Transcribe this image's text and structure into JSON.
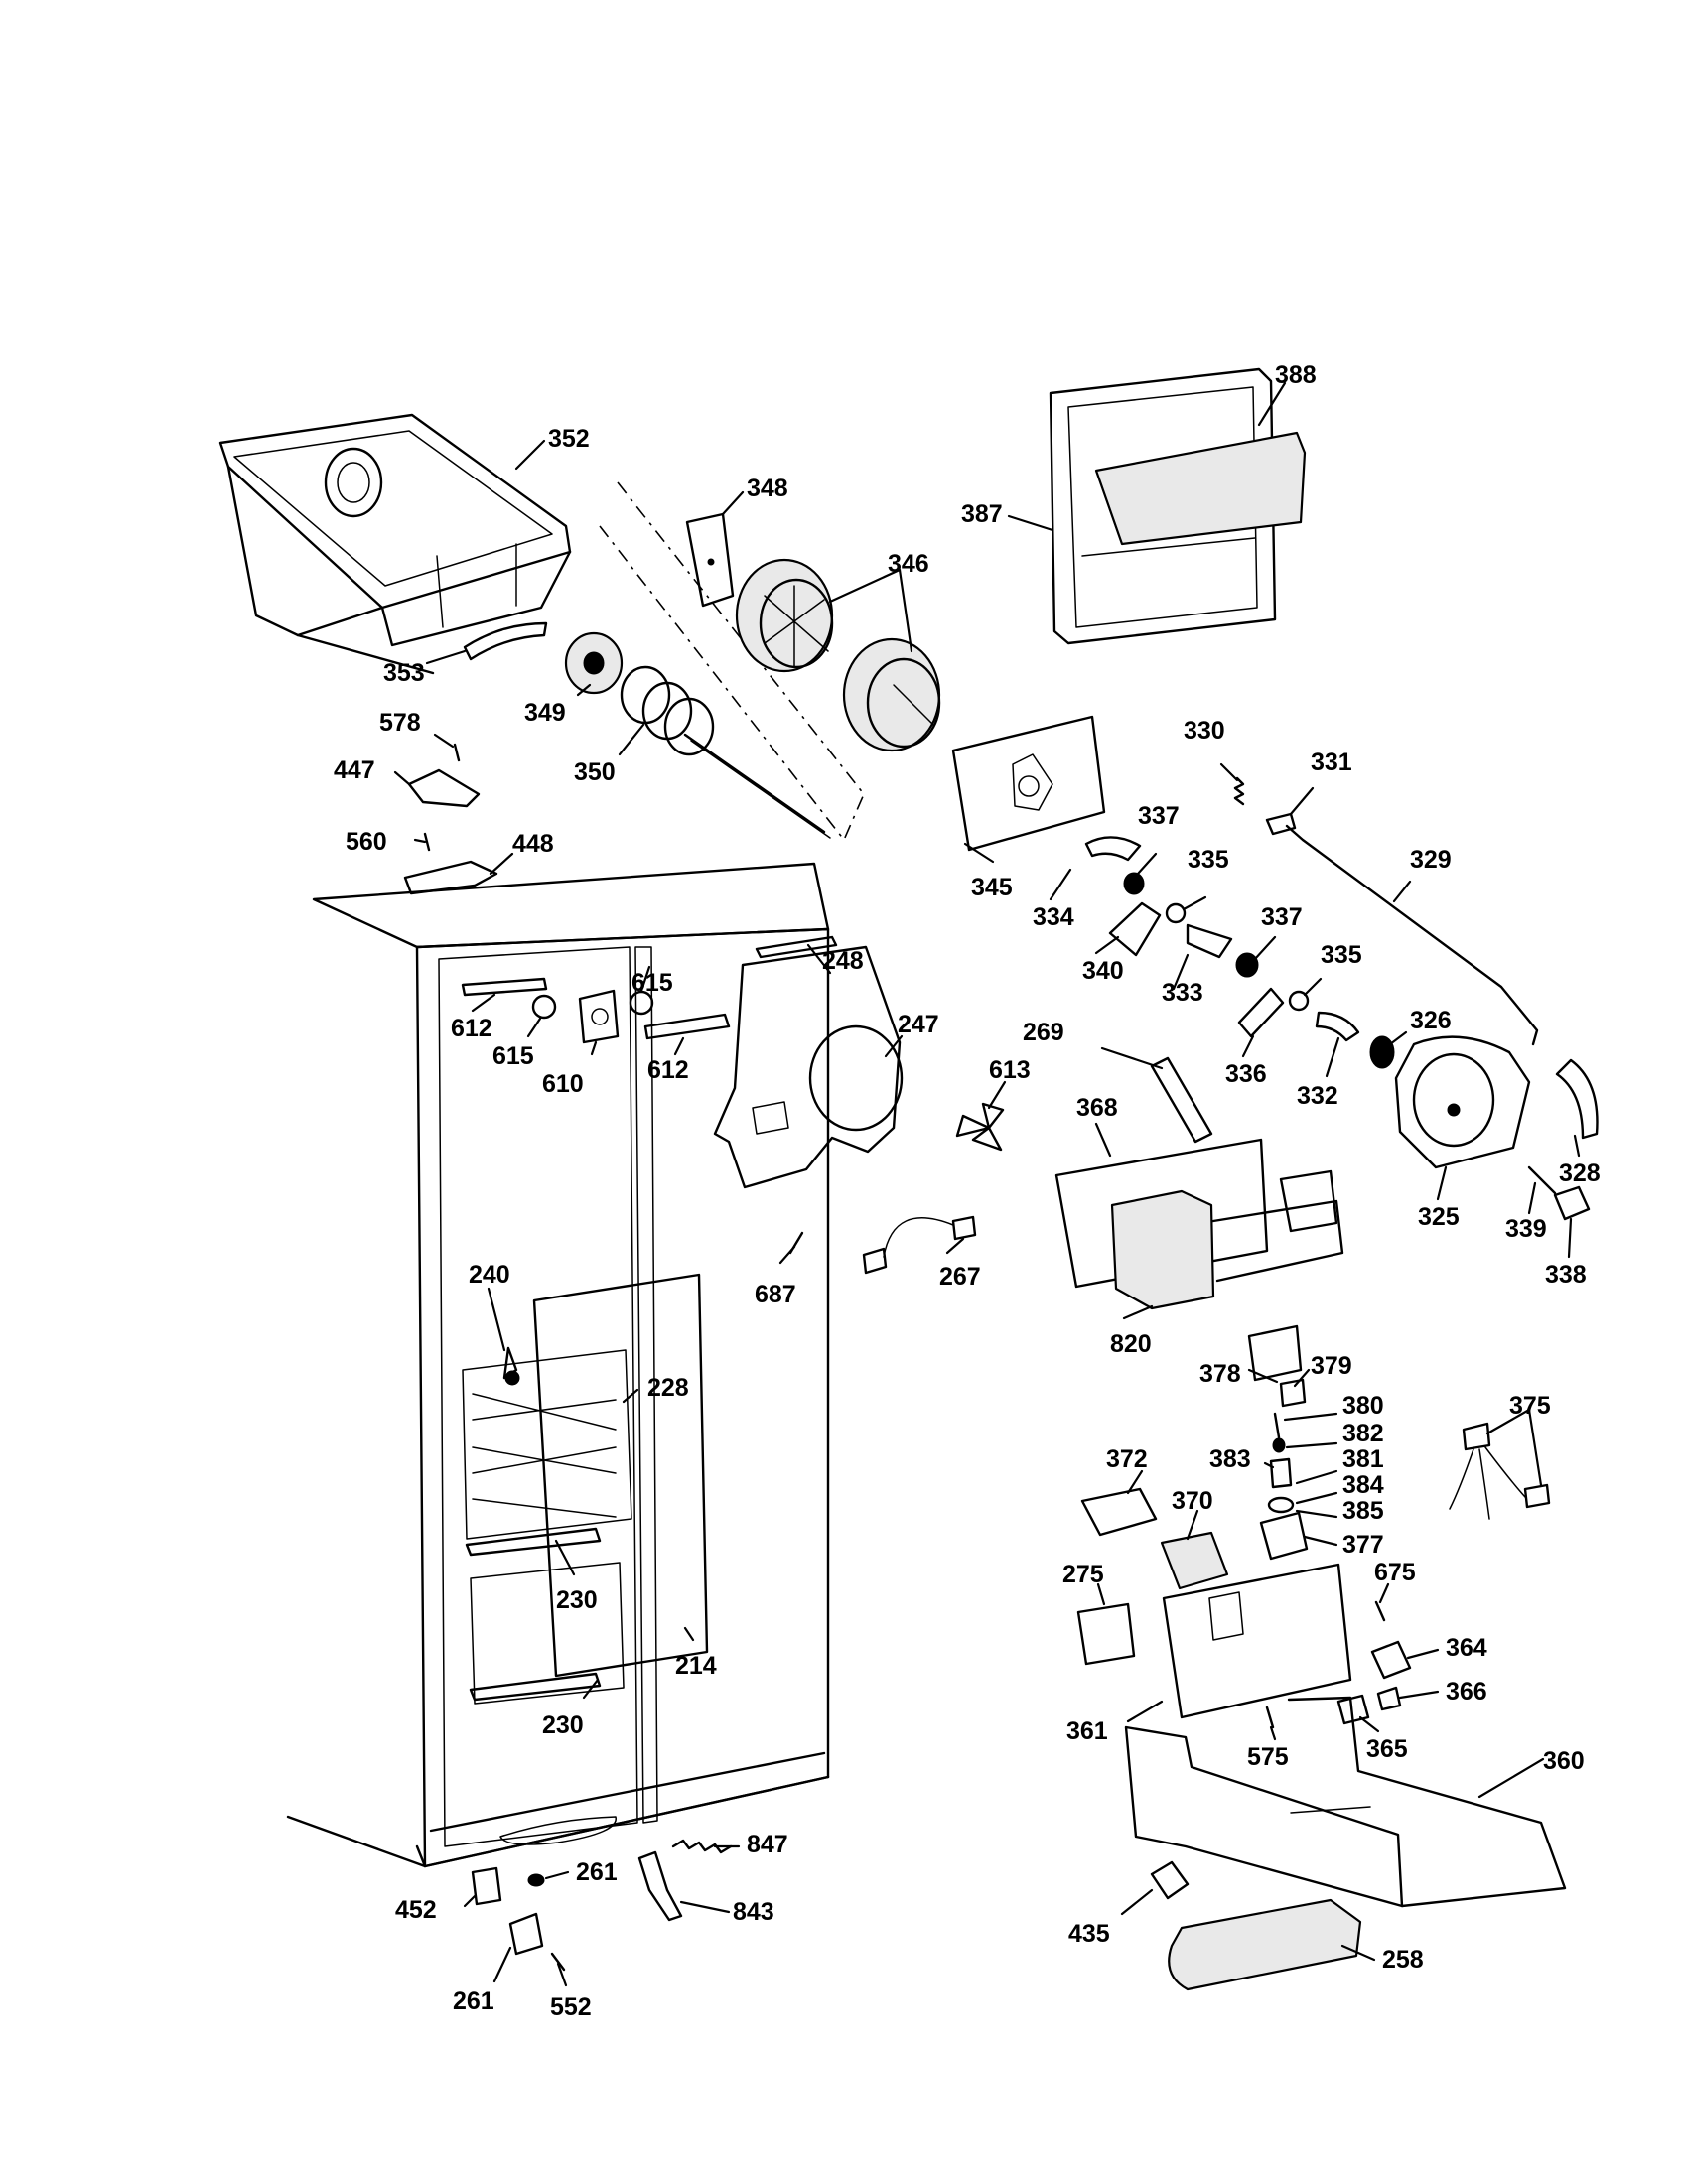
{
  "labels": [
    {
      "id": "l352",
      "text": "352"
    },
    {
      "id": "l348",
      "text": "348"
    },
    {
      "id": "l346",
      "text": "346"
    },
    {
      "id": "l388",
      "text": "388"
    },
    {
      "id": "l387",
      "text": "387"
    },
    {
      "id": "l353",
      "text": "353"
    },
    {
      "id": "l349",
      "text": "349"
    },
    {
      "id": "l350",
      "text": "350"
    },
    {
      "id": "l578",
      "text": "578"
    },
    {
      "id": "l447",
      "text": "447"
    },
    {
      "id": "l560",
      "text": "560"
    },
    {
      "id": "l448",
      "text": "448"
    },
    {
      "id": "l345",
      "text": "345"
    },
    {
      "id": "l330",
      "text": "330"
    },
    {
      "id": "l331",
      "text": "331"
    },
    {
      "id": "l329",
      "text": "329"
    },
    {
      "id": "l337a",
      "text": "337"
    },
    {
      "id": "l335a",
      "text": "335"
    },
    {
      "id": "l334",
      "text": "334"
    },
    {
      "id": "l340",
      "text": "340"
    },
    {
      "id": "l333",
      "text": "333"
    },
    {
      "id": "l337b",
      "text": "337"
    },
    {
      "id": "l335b",
      "text": "335"
    },
    {
      "id": "l336",
      "text": "336"
    },
    {
      "id": "l332",
      "text": "332"
    },
    {
      "id": "l326",
      "text": "326"
    },
    {
      "id": "l328",
      "text": "328"
    },
    {
      "id": "l325",
      "text": "325"
    },
    {
      "id": "l339",
      "text": "339"
    },
    {
      "id": "l338",
      "text": "338"
    },
    {
      "id": "l248",
      "text": "248"
    },
    {
      "id": "l247",
      "text": "247"
    },
    {
      "id": "l615a",
      "text": "615"
    },
    {
      "id": "l612a",
      "text": "612"
    },
    {
      "id": "l615b",
      "text": "615"
    },
    {
      "id": "l610",
      "text": "610"
    },
    {
      "id": "l612b",
      "text": "612"
    },
    {
      "id": "l613",
      "text": "613"
    },
    {
      "id": "l269",
      "text": "269"
    },
    {
      "id": "l368",
      "text": "368"
    },
    {
      "id": "l687",
      "text": "687"
    },
    {
      "id": "l267",
      "text": "267"
    },
    {
      "id": "l820",
      "text": "820"
    },
    {
      "id": "l240",
      "text": "240"
    },
    {
      "id": "l228",
      "text": "228"
    },
    {
      "id": "l230a",
      "text": "230"
    },
    {
      "id": "l214",
      "text": "214"
    },
    {
      "id": "l230b",
      "text": "230"
    },
    {
      "id": "l378",
      "text": "378"
    },
    {
      "id": "l379",
      "text": "379"
    },
    {
      "id": "l380",
      "text": "380"
    },
    {
      "id": "l382",
      "text": "382"
    },
    {
      "id": "l383",
      "text": "383"
    },
    {
      "id": "l381",
      "text": "381"
    },
    {
      "id": "l384",
      "text": "384"
    },
    {
      "id": "l385",
      "text": "385"
    },
    {
      "id": "l377",
      "text": "377"
    },
    {
      "id": "l375",
      "text": "375"
    },
    {
      "id": "l372",
      "text": "372"
    },
    {
      "id": "l370",
      "text": "370"
    },
    {
      "id": "l275",
      "text": "275"
    },
    {
      "id": "l675",
      "text": "675"
    },
    {
      "id": "l364",
      "text": "364"
    },
    {
      "id": "l366",
      "text": "366"
    },
    {
      "id": "l365",
      "text": "365"
    },
    {
      "id": "l361",
      "text": "361"
    },
    {
      "id": "l575",
      "text": "575"
    },
    {
      "id": "l360",
      "text": "360"
    },
    {
      "id": "l847",
      "text": "847"
    },
    {
      "id": "l261a",
      "text": "261"
    },
    {
      "id": "l843",
      "text": "843"
    },
    {
      "id": "l452",
      "text": "452"
    },
    {
      "id": "l261b",
      "text": "261"
    },
    {
      "id": "l552",
      "text": "552"
    },
    {
      "id": "l435",
      "text": "435"
    },
    {
      "id": "l258",
      "text": "258"
    }
  ]
}
